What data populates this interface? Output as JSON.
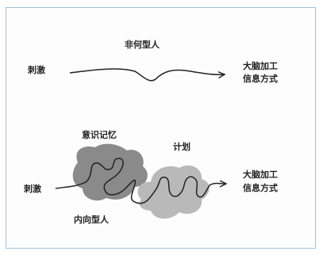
{
  "top_diagram": {
    "title": "非何型人",
    "stimulus": "刺激",
    "output_line1": "大脑加工",
    "output_line2": "信息方式"
  },
  "bottom_diagram": {
    "memory_label": "意识记忆",
    "plan_label": "计划",
    "stimulus": "刺激",
    "type_label": "内向型人",
    "output_line1": "大脑加工",
    "output_line2": "信息方式"
  },
  "colors": {
    "frame_border": "#9fc3de",
    "blob_dark": "#8a8a8a",
    "blob_light": "#b9b9b9",
    "ink": "#222222"
  }
}
